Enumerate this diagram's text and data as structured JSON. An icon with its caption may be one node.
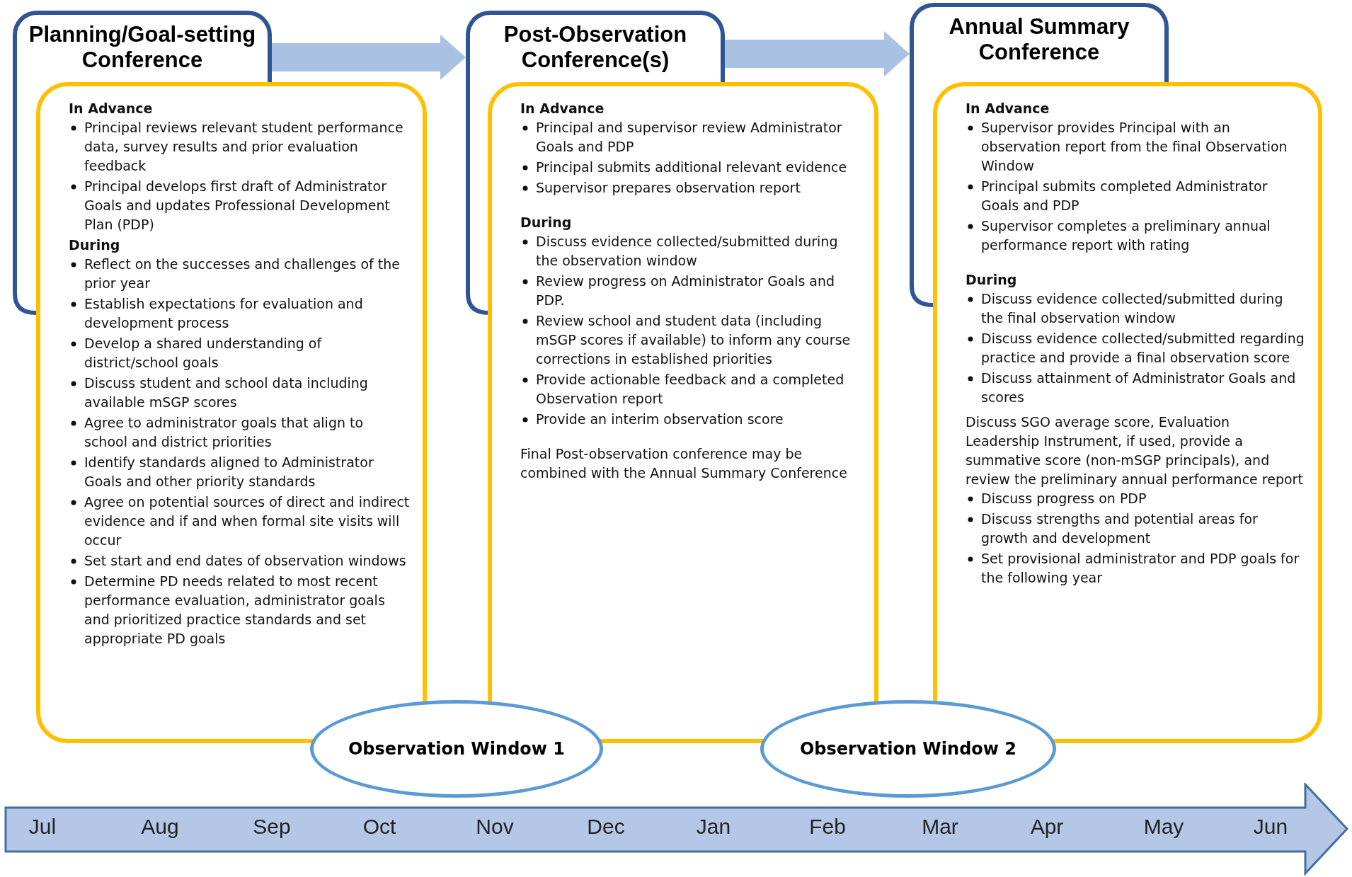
{
  "diagram": {
    "nodes": [
      {
        "text": [
          "Planning/Goal-setting Conference"
        ]
      },
      {
        "text": [
          "In Advance",
          "Principal reviews relevant student performance data, survey results and prior evaluation feedback",
          "Principal develops first draft of Administrator Goals and updates Professional Development Plan (PDP)",
          "During",
          "Reflect on the successes and challenges of the prior year",
          "Establish expectations for evaluation and development process",
          "Develop a shared understanding of district/school goals",
          "Discuss student and school data including available mSGP scores",
          "Agree to administrator goals that align to school and district priorities",
          "Identify standards aligned to Administrator Goals and other priority standards",
          "Agree on potential sources of direct and indirect evidence and if and when formal site visits will occur",
          "Set start and end dates of observation windows",
          "Determine PD needs related to most recent performance evaluation, administrator goals and prioritized practice standards and set appropriate PD goals"
        ]
      },
      {
        "text": [
          "Post-Observation Conference(s)"
        ]
      },
      {
        "text": [
          "In Advance",
          "Principal and supervisor review Administrator Goals and PDP",
          "Principal submits additional relevant evidence",
          "Supervisor prepares observation report",
          "During",
          "Discuss evidence collected/submitted during the observation window",
          "Review progress on Administrator Goals and PDP.",
          "Review school and student data (including mSGP scores if available) to inform any course corrections in established priorities",
          "Provide actionable feedback and a completed Observation report",
          "Provide an interim observation score",
          "Final Post-observation conference may be combined with the Annual Summary Conference"
        ]
      },
      {
        "text": [
          "Annual Summary Conference"
        ]
      },
      {
        "text": [
          "In Advance",
          "Supervisor provides Principal with an observation report from the final Observation Window",
          "Principal submits completed Administrator Goals and PDP",
          "Supervisor completes a preliminary annual performance report with rating",
          "During",
          "Discuss evidence collected/submitted during the final observation window",
          "Discuss evidence collected/submitted regarding practice and provide a final observation score",
          "Discuss attainment of Administrator Goals and scores",
          "Discuss SGO average score, Evaluation Leadership Instrument, if used, provide a summative score (non-mSGP principals), and review the preliminary annual performance report",
          "Discuss progress on PDP",
          "Discuss strengths and potential areas for growth and development",
          "Set provisional administrator and PDP goals for the following year"
        ]
      },
      {
        "text": [
          "Observation Window 1"
        ]
      },
      {
        "text": [
          "Observation Window 2"
        ]
      },
      {
        "text": [
          "Jul",
          "Aug",
          "Sep",
          "Oct",
          "Nov",
          "Dec",
          "Jan",
          "Feb",
          "Mar",
          "Apr",
          "May",
          "Jun"
        ]
      }
    ],
    "edges": [
      {
        "from": 0,
        "to": 2,
        "arrow": "to",
        "style": "thick"
      },
      {
        "from": 2,
        "to": 4,
        "arrow": "to",
        "style": "thick"
      }
    ]
  }
}
